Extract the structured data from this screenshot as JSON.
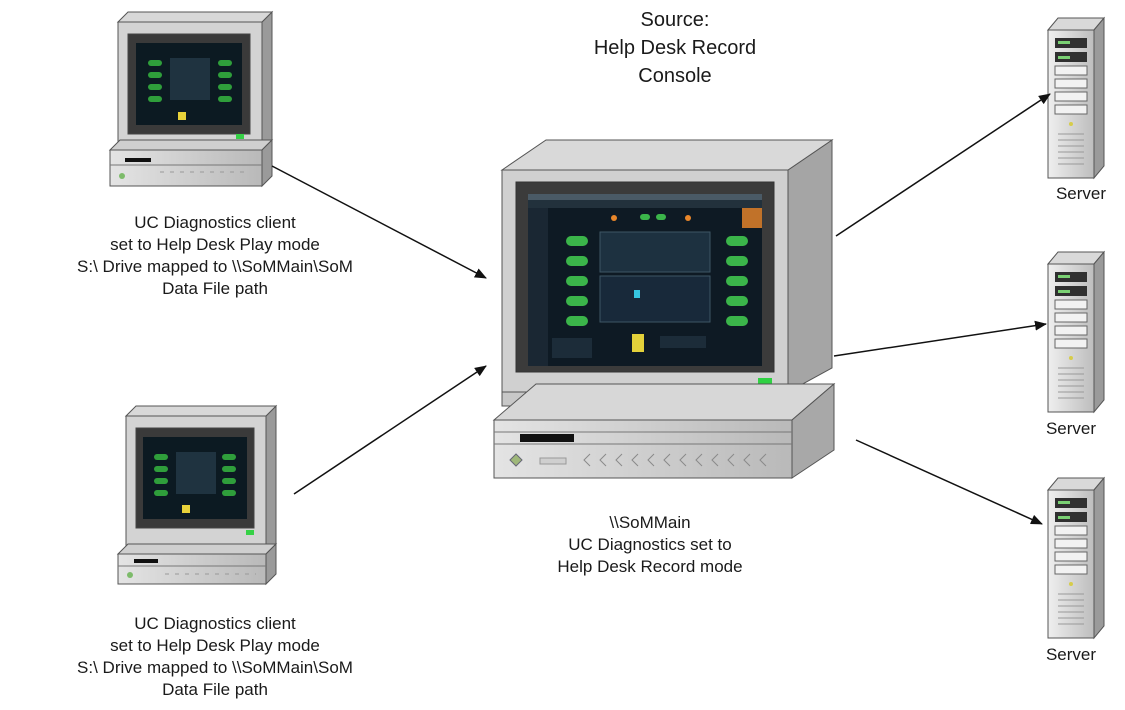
{
  "source_title": {
    "line1": "Source:",
    "line2": "Help Desk Record",
    "line3": "Console"
  },
  "client_top": {
    "line1": "UC Diagnostics client",
    "line2": "set to Help Desk Play mode",
    "line3": "S:\\ Drive mapped to \\\\SoMMain\\SoM",
    "line4": "Data File path"
  },
  "client_bottom": {
    "line1": "UC Diagnostics client",
    "line2": "set to Help Desk Play mode",
    "line3": "S:\\ Drive mapped to \\\\SoMMain\\SoM",
    "line4": "Data File path"
  },
  "main_console": {
    "line1": "\\\\SoMMain",
    "line2": "UC Diagnostics set to",
    "line3": "Help Desk Record mode"
  },
  "servers": [
    {
      "label": "Server"
    },
    {
      "label": "Server"
    },
    {
      "label": "Server"
    }
  ]
}
